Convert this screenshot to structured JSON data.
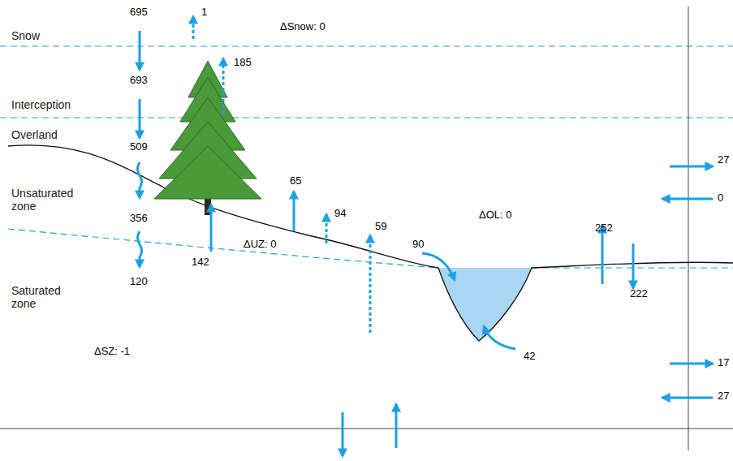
{
  "diagram": {
    "labels": [
      "695",
      "1",
      "ΔSnow: 0",
      "Snow",
      "693",
      "185",
      "Interception",
      "Overland",
      "509",
      "27",
      "0",
      "65",
      "94",
      "Unsaturated zone",
      "ΔOL: 0",
      "356",
      "ΔUZ: 0",
      "59",
      "90",
      "252",
      "142",
      "120",
      "Saturated zone",
      "222",
      "42",
      "ΔSZ: -1",
      "17",
      "27"
    ]
  }
}
